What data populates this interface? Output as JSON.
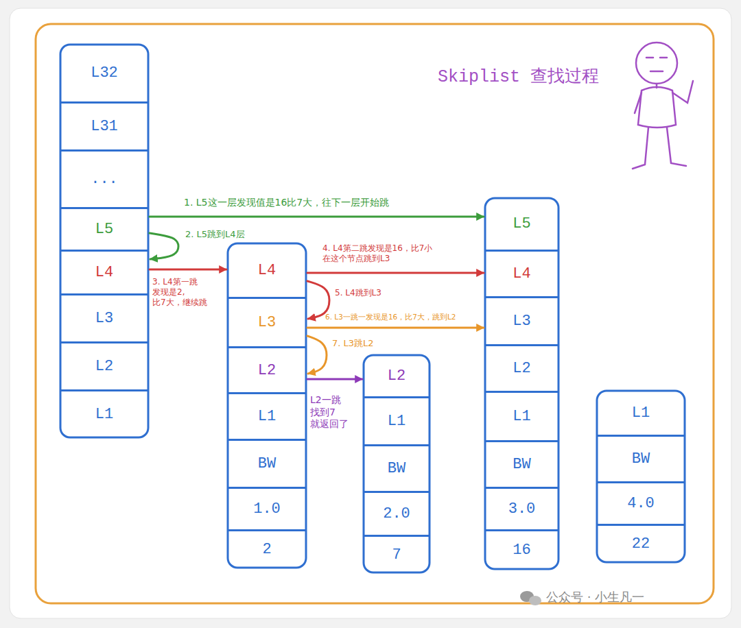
{
  "diagram": {
    "title": "Skiplist 查找过程",
    "nodes": [
      {
        "text": [
          "L32"
        ]
      },
      {
        "text": [
          "L31"
        ]
      },
      {
        "text": [
          "..."
        ]
      },
      {
        "text": [
          "L5"
        ]
      },
      {
        "text": [
          "L4"
        ]
      },
      {
        "text": [
          "L3"
        ]
      },
      {
        "text": [
          "L2"
        ]
      },
      {
        "text": [
          "L1"
        ]
      },
      {
        "text": [
          "L4"
        ]
      },
      {
        "text": [
          "L3"
        ]
      },
      {
        "text": [
          "L2"
        ]
      },
      {
        "text": [
          "L1"
        ]
      },
      {
        "text": [
          "BW"
        ]
      },
      {
        "text": [
          "1.0"
        ]
      },
      {
        "text": [
          "2"
        ]
      },
      {
        "text": [
          "L2"
        ]
      },
      {
        "text": [
          "L1"
        ]
      },
      {
        "text": [
          "BW"
        ]
      },
      {
        "text": [
          "2.0"
        ]
      },
      {
        "text": [
          "7"
        ]
      },
      {
        "text": [
          "L5"
        ]
      },
      {
        "text": [
          "L4"
        ]
      },
      {
        "text": [
          "L3"
        ]
      },
      {
        "text": [
          "L2"
        ]
      },
      {
        "text": [
          "L1"
        ]
      },
      {
        "text": [
          "BW"
        ]
      },
      {
        "text": [
          "3.0"
        ]
      },
      {
        "text": [
          "16"
        ]
      },
      {
        "text": [
          "L1"
        ]
      },
      {
        "text": [
          "BW"
        ]
      },
      {
        "text": [
          "4.0"
        ]
      },
      {
        "text": [
          "22"
        ]
      }
    ],
    "edges": [
      {
        "from": 3,
        "to": 20,
        "arrow": "to",
        "label": "1. L5这一层发现值是16比7大，往下一层开始跳"
      },
      {
        "from": 3,
        "to": 4,
        "arrow": "to",
        "label": "2. L5跳到L4层"
      },
      {
        "from": 4,
        "to": 8,
        "arrow": "to",
        "label": "3. L4第一跳 发现是2, 比7大，继续跳"
      },
      {
        "from": 8,
        "to": 21,
        "arrow": "to",
        "label": "4. L4第二跳发现是16，比7小 在这个节点跳到L3"
      },
      {
        "from": 8,
        "to": 9,
        "arrow": "to",
        "label": "5. L4跳到L3"
      },
      {
        "from": 9,
        "to": 22,
        "arrow": "to",
        "label": "6. L3一跳一发现是16，比7大，跳到L2"
      },
      {
        "from": 9,
        "to": 10,
        "arrow": "to",
        "label": "7. L3跳L2"
      },
      {
        "from": 10,
        "to": 15,
        "arrow": "to",
        "label": "L2一跳 找到7 就返回了"
      }
    ],
    "labels": [
      "公众号 · 小生凡一"
    ]
  }
}
